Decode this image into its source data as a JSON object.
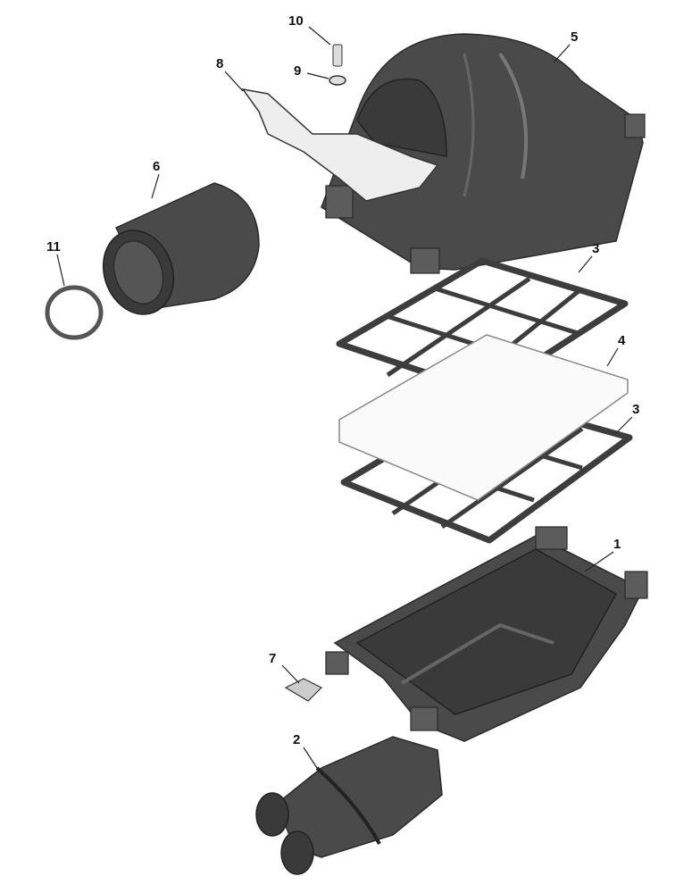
{
  "diagram": {
    "callouts": [
      {
        "id": "part-10",
        "label": "10"
      },
      {
        "id": "part-9",
        "label": "9"
      },
      {
        "id": "part-8",
        "label": "8"
      },
      {
        "id": "part-5",
        "label": "5"
      },
      {
        "id": "part-6",
        "label": "6"
      },
      {
        "id": "part-11",
        "label": "11"
      },
      {
        "id": "part-3a",
        "label": "3"
      },
      {
        "id": "part-4",
        "label": "4"
      },
      {
        "id": "part-3b",
        "label": "3"
      },
      {
        "id": "part-1",
        "label": "1"
      },
      {
        "id": "part-7",
        "label": "7"
      },
      {
        "id": "part-2",
        "label": "2"
      }
    ]
  }
}
